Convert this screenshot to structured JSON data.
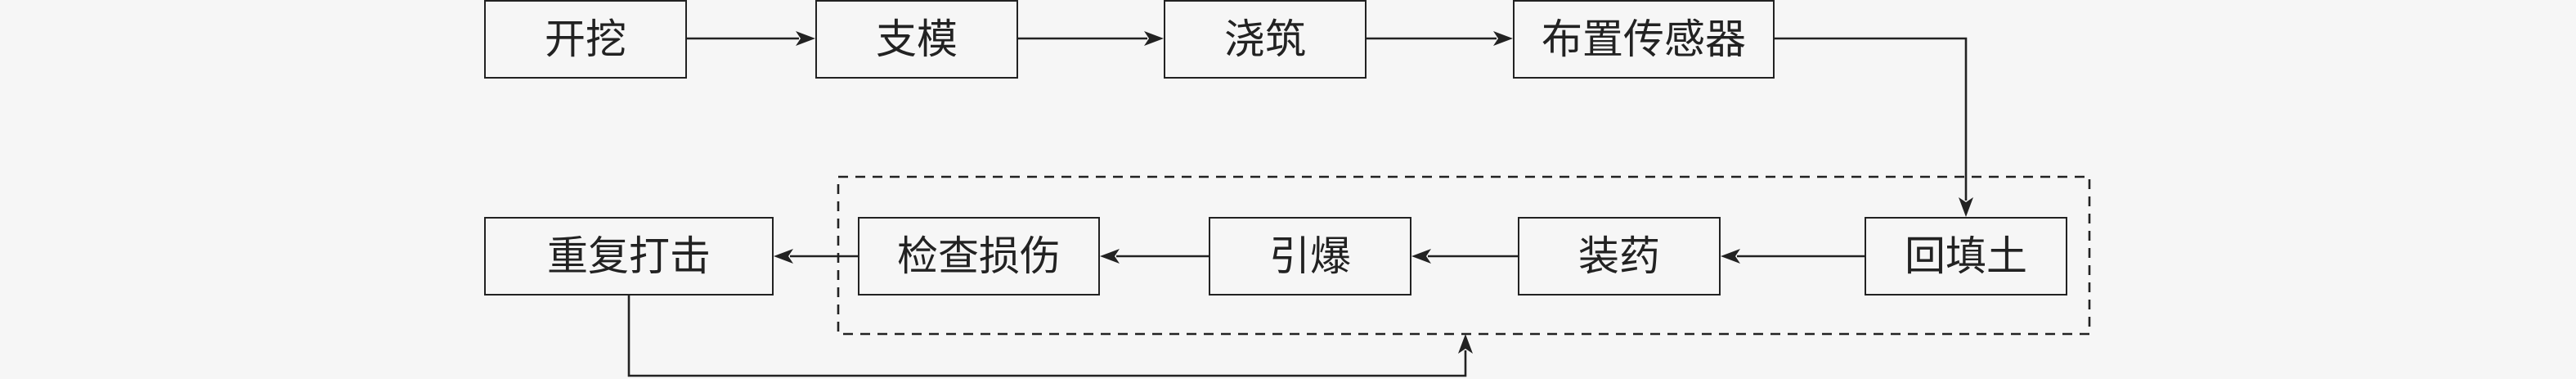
{
  "nodes": {
    "kaiwa": "开挖",
    "zhimo": "支模",
    "jiaozhu": "浇筑",
    "buzhi": "布置传感器",
    "huitian": "回填土",
    "zhuangyao": "装药",
    "yinbao": "引爆",
    "jiancha": "检查损伤",
    "chongfu": "重复打击"
  }
}
